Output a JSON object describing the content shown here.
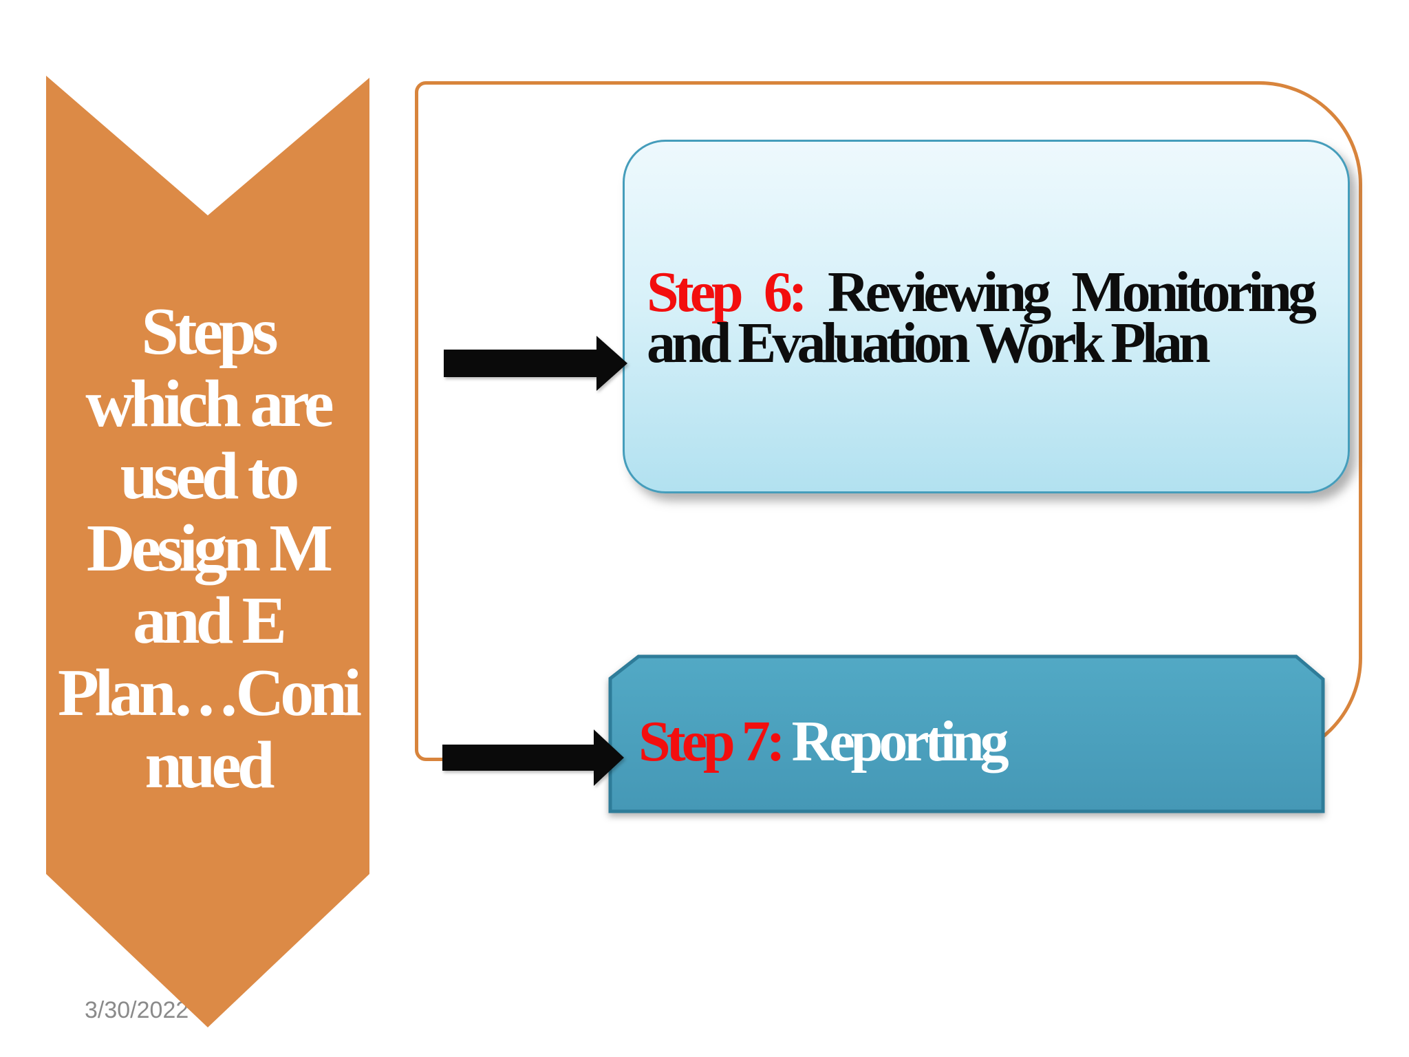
{
  "slide": {
    "date": "3/30/2022",
    "background": "#FFFFFF"
  },
  "chevron": {
    "text": "Steps which are used to Design M and E Plan…Coninued",
    "lines": [
      "Steps",
      "which are",
      "used to",
      "Design M",
      "and E",
      "Plan…Coni",
      "nued"
    ],
    "fill": "#DC8A46",
    "text_color": "#FFFFFF"
  },
  "frame": {
    "border_color": "#D8843C"
  },
  "step6": {
    "label": "Step 6:",
    "title": "Reviewing Monitoring and Evaluation Work Plan",
    "label_color": "#F30E0E",
    "title_color": "#0D0D0D",
    "fill_top": "#EEF9FD",
    "fill_bottom": "#B2E1F0",
    "border_color": "#459DBB"
  },
  "step7": {
    "label": "Step 7:",
    "title": "Reporting",
    "label_color": "#F30E0E",
    "title_color": "#FFFFFF",
    "fill": "#4AA0BE",
    "border_color": "#2E7C99"
  },
  "arrows": {
    "color": "#0A0A0A"
  }
}
